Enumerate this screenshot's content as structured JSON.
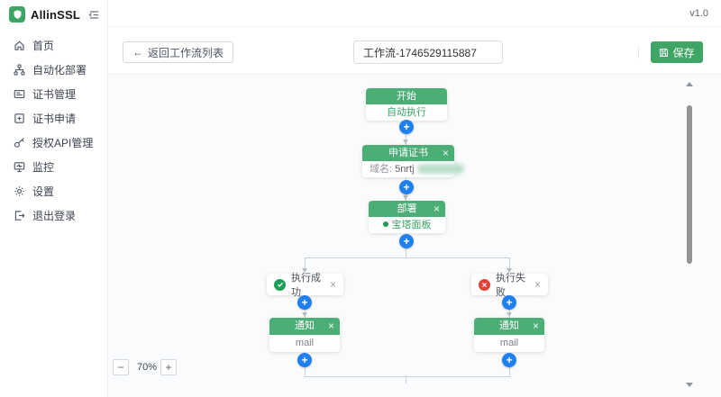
{
  "app": {
    "name": "AllinSSL",
    "version": "v1.0"
  },
  "colors": {
    "brand_green": "#3fa564",
    "node_header_green": "#4cae77",
    "info_blue": "#2080f0",
    "success_green": "#18a058",
    "error_red": "#e0403a"
  },
  "sidebar": {
    "items": [
      {
        "label": "首页",
        "icon": "home-icon"
      },
      {
        "label": "自动化部署",
        "icon": "automation-icon"
      },
      {
        "label": "证书管理",
        "icon": "cert-manage-icon"
      },
      {
        "label": "证书申请",
        "icon": "cert-request-icon"
      },
      {
        "label": "授权API管理",
        "icon": "api-auth-icon"
      },
      {
        "label": "监控",
        "icon": "monitor-icon"
      },
      {
        "label": "设置",
        "icon": "settings-icon"
      },
      {
        "label": "退出登录",
        "icon": "logout-icon"
      }
    ]
  },
  "toolbar": {
    "back_arrow": "←",
    "back_label": "返回工作流列表",
    "workflow_name_value": "工作流-1746529115887",
    "save_label": "保存"
  },
  "canvas": {
    "zoom_level": "70%",
    "zoom_out_symbol": "−",
    "zoom_in_symbol": "+",
    "plus_symbol": "+",
    "close_symbol": "×",
    "nodes": {
      "start": {
        "title": "开始",
        "body": "自动执行"
      },
      "apply": {
        "title": "申请证书",
        "domain_label": "域名:",
        "domain_value": "5nrtj"
      },
      "deploy": {
        "title": "部署",
        "provider": "宝塔面板"
      },
      "branch_success": {
        "label": "执行成功"
      },
      "branch_fail": {
        "label": "执行失败"
      },
      "notify_success": {
        "title": "通知",
        "body": "mail"
      },
      "notify_fail": {
        "title": "通知",
        "body": "mail"
      }
    }
  }
}
